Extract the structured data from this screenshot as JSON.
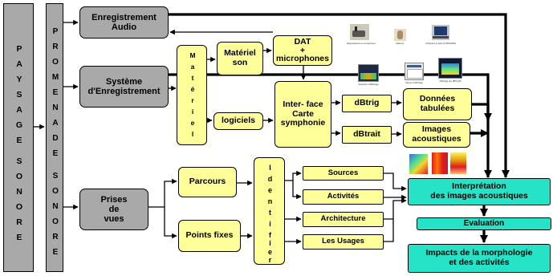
{
  "diagram": {
    "nodes": {
      "paysage": "PAYSAGE\nSONORE",
      "promenade": "PROMENADE\nSONORE",
      "enregistrement_audio": "Enregistrement\nAudio",
      "systeme": "Système\nd'Enregistrement",
      "prises": "Prises\nde\nvues",
      "materiel_v": "Matériel",
      "materiel_son": "Matériel\nson",
      "dat": "DAT\n+\nmicrophones",
      "logiciels": "logiciels",
      "interface": "Inter- face\nCarte\nsymphonie",
      "dbtrig": "dBtrig",
      "dbtrait": "dBtrait",
      "donnees": "Données\ntabulées",
      "images": "Images\nacoustiques",
      "parcours": "Parcours",
      "points": "Points fixes",
      "identifier": "Identifier",
      "sources": "Sources",
      "activites": "Activités",
      "architecture": "Architecture",
      "usages": "Les Usages",
      "interpretation": "Interprétation\ndes images acoustiques",
      "evaluation": "Evaluation",
      "impacts": "Impacts de la morphologie\net des activités"
    },
    "thumbnails": [
      {
        "caption": "Magnétophone et microphones",
        "icon": "recorder-photo"
      },
      {
        "caption": "Calibreur",
        "icon": "calibrator-photo"
      },
      {
        "caption": "Ordinateur et carte SYMPHONIE",
        "icon": "laptop-photo"
      },
      {
        "caption": "Réception d'affichage",
        "icon": "screen-capture"
      },
      {
        "caption": "Valeurs d'affichage",
        "icon": "screen-capture"
      },
      {
        "caption": "Affichage des dBTrig25",
        "icon": "screen-capture"
      },
      {
        "caption": "",
        "icon": "3d-surface-plot"
      },
      {
        "caption": "",
        "icon": "spectrogram"
      },
      {
        "caption": "",
        "icon": "spectrogram"
      }
    ]
  }
}
